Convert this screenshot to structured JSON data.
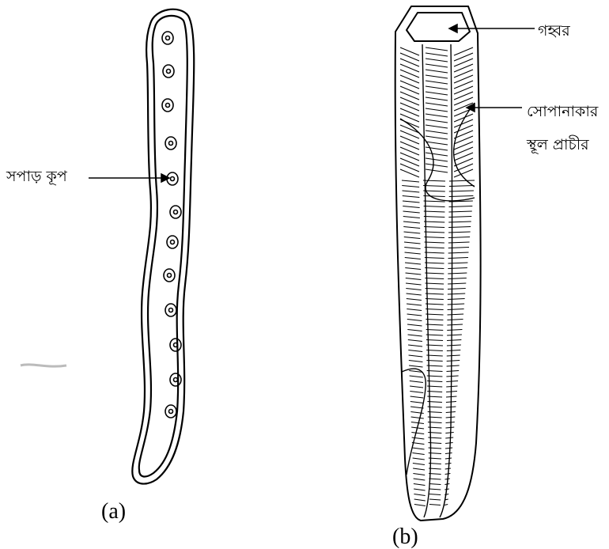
{
  "figure_a": {
    "caption": "(a)",
    "pit_label": "সপাড় কূপ"
  },
  "figure_b": {
    "caption": "(b)",
    "lumen_label": "গহ্বর",
    "wall_label_line1": "সোপানাকার",
    "wall_label_line2": "স্থূল প্রাচীর"
  },
  "colors": {
    "ink": "#000000",
    "background": "#ffffff"
  }
}
